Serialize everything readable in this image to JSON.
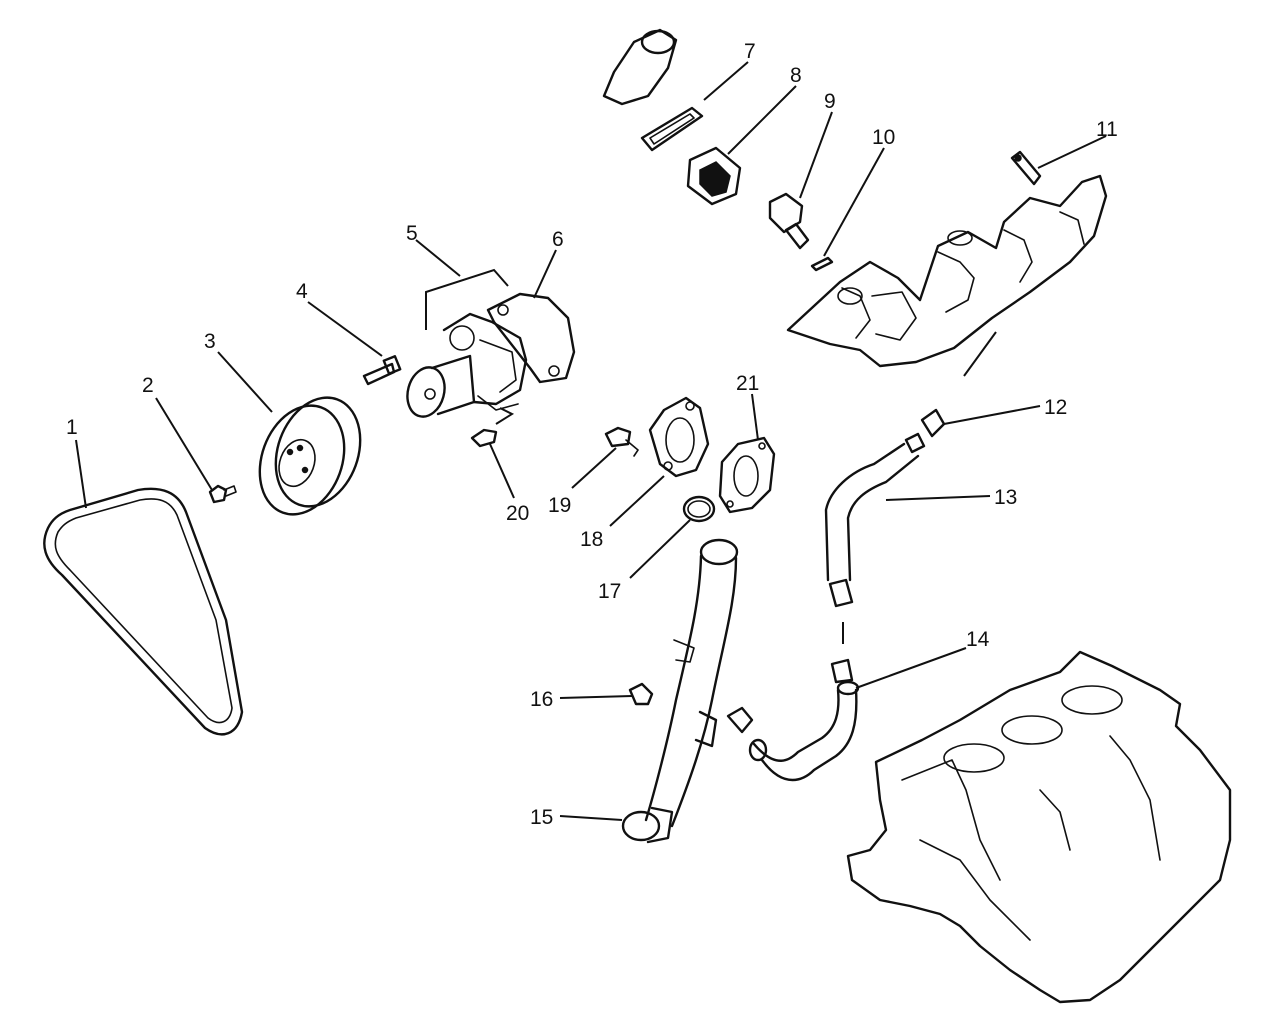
{
  "callouts": [
    {
      "id": 1,
      "label": "1"
    },
    {
      "id": 2,
      "label": "2"
    },
    {
      "id": 3,
      "label": "3"
    },
    {
      "id": 4,
      "label": "4"
    },
    {
      "id": 5,
      "label": "5"
    },
    {
      "id": 6,
      "label": "6"
    },
    {
      "id": 7,
      "label": "7"
    },
    {
      "id": 8,
      "label": "8"
    },
    {
      "id": 9,
      "label": "9"
    },
    {
      "id": 10,
      "label": "10"
    },
    {
      "id": 11,
      "label": "11"
    },
    {
      "id": 12,
      "label": "12"
    },
    {
      "id": 13,
      "label": "13"
    },
    {
      "id": 14,
      "label": "14"
    },
    {
      "id": 15,
      "label": "15"
    },
    {
      "id": 16,
      "label": "16"
    },
    {
      "id": 17,
      "label": "17"
    },
    {
      "id": 18,
      "label": "18"
    },
    {
      "id": 19,
      "label": "19"
    },
    {
      "id": 20,
      "label": "20"
    },
    {
      "id": 21,
      "label": "21"
    }
  ]
}
